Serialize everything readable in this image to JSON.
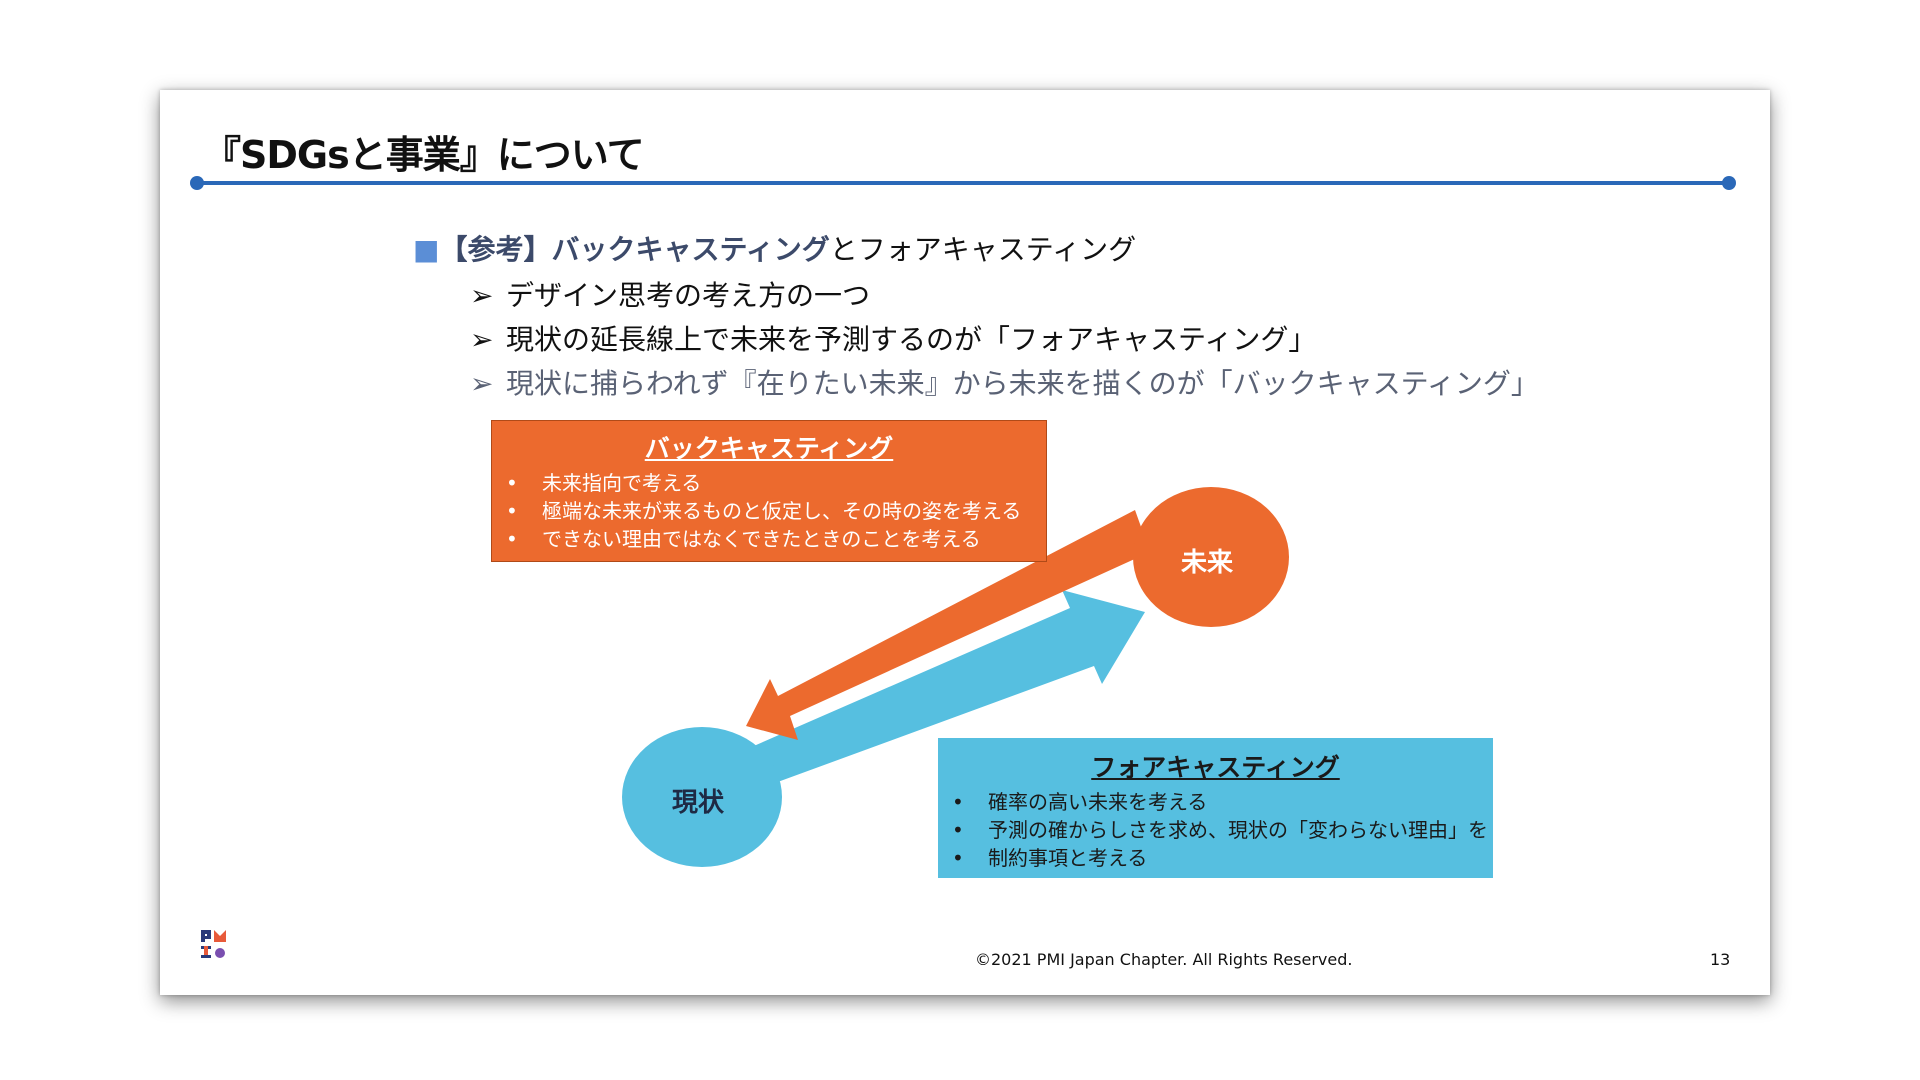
{
  "slide": {
    "title": "『SDGsと事業』について",
    "heading_marker": "■",
    "heading_highlight": "【参考】バックキャスティング",
    "heading_rest": "とフォアキャスティング",
    "bullets": [
      {
        "arrow": "➢",
        "text": "デザイン思考の考え方の一つ"
      },
      {
        "arrow": "➢",
        "text": "現状の延長線上で未来を予測するのが「フォアキャスティング」"
      },
      {
        "arrow": "➢",
        "text": "現状に捕らわれず『在りたい未来』から未来を描くのが「バックキャスティング」"
      }
    ],
    "backcasting_box": {
      "title": "バックキャスティング",
      "items": [
        "未来指向で考える",
        "極端な未来が来るものと仮定し、その時の姿を考える",
        "できない理由ではなくできたときのことを考える"
      ]
    },
    "forecasting_box": {
      "title": "フォアキャスティング",
      "items": [
        "確率の高い未来を考える",
        "予測の確からしさを求め、現状の「変わらない理由」を",
        "制約事項と考える"
      ]
    },
    "future_label": "未来",
    "present_label": "現状",
    "copyright": "©2021 PMI Japan Chapter. All Rights Reserved.",
    "page_number": "13"
  },
  "colors": {
    "accent_blue": "#2a68b8",
    "orange": "#ec6a2e",
    "light_blue": "#56bfe0"
  }
}
